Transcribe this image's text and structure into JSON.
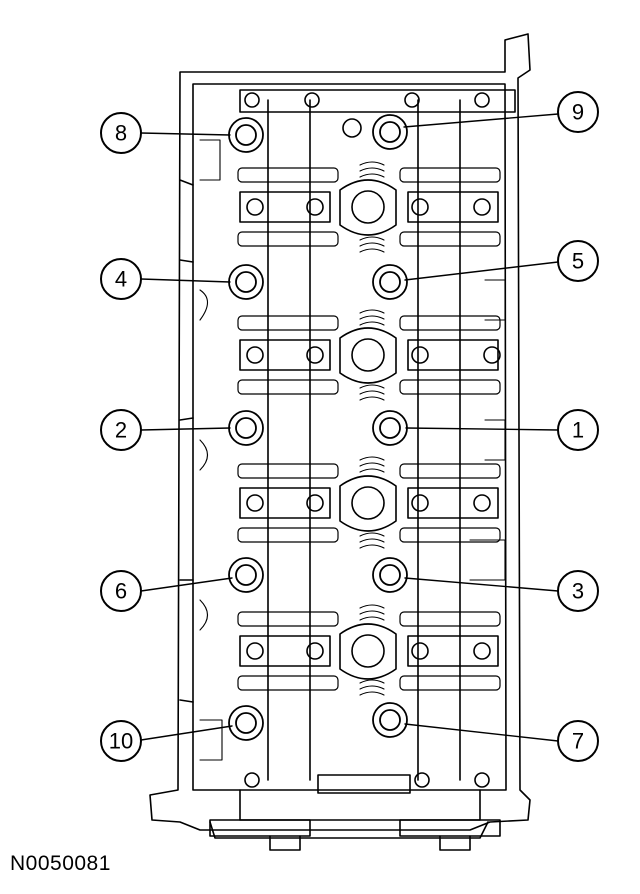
{
  "figure_id": "N0050081",
  "callouts": [
    {
      "key": "8",
      "label": "8"
    },
    {
      "key": "9",
      "label": "9"
    },
    {
      "key": "4",
      "label": "4"
    },
    {
      "key": "5",
      "label": "5"
    },
    {
      "key": "2",
      "label": "2"
    },
    {
      "key": "1",
      "label": "1"
    },
    {
      "key": "6",
      "label": "6"
    },
    {
      "key": "3",
      "label": "3"
    },
    {
      "key": "10",
      "label": "10"
    },
    {
      "key": "7",
      "label": "7"
    }
  ]
}
